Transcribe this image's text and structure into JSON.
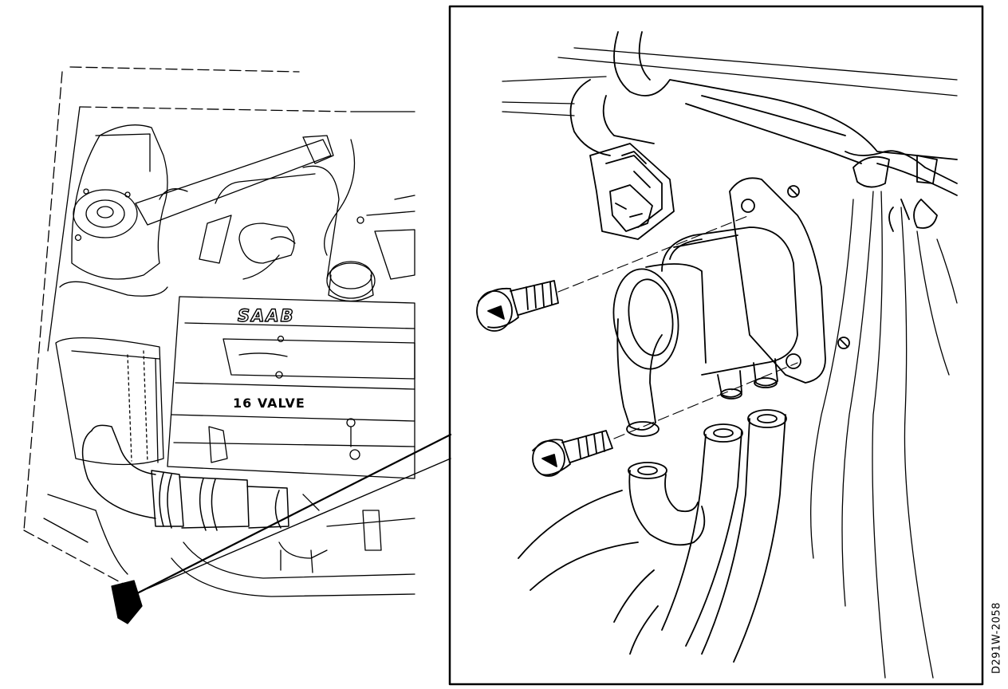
{
  "figure": {
    "reference_code": "D291W-2058",
    "engine_labels": {
      "brand": "SAAB",
      "cover_text": "16 VALVE"
    },
    "components": [
      {
        "name": "electrical-connector-icon"
      },
      {
        "name": "idle-air-control-valve-icon"
      },
      {
        "name": "allen-bolt-icon"
      },
      {
        "name": "vacuum-hose-icon"
      },
      {
        "name": "wiring-harness-icon"
      }
    ]
  }
}
